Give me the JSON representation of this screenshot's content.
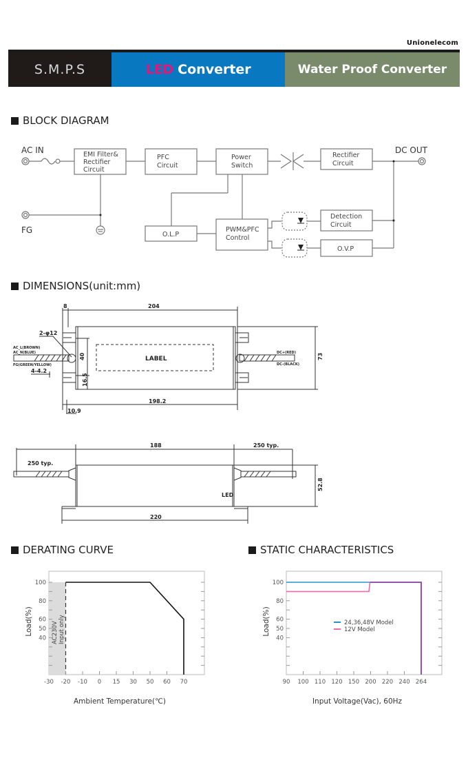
{
  "header": {
    "brand": "Unionelecom",
    "segments": [
      {
        "label": "S.M.P.S",
        "color": "#201b18"
      },
      {
        "highlight": "LED",
        "label": "Converter",
        "color": "#0879c1",
        "highlight_color": "#e3177a"
      },
      {
        "label": "Water Proof Converter",
        "color": "#7a8b6c"
      }
    ]
  },
  "block_diagram": {
    "title": "BLOCK DIAGRAM",
    "terminals": {
      "ac_in": "AC IN",
      "fg": "FG",
      "dc_out": "DC OUT"
    },
    "blocks": {
      "emi": [
        "EMI Filter&",
        "Rectifier",
        "Circuit"
      ],
      "pfc": [
        "PFC",
        "Circuit"
      ],
      "power_switch": [
        "Power",
        "Switch"
      ],
      "rectifier": [
        "Rectifier",
        "Circuit"
      ],
      "olp": [
        "O.L.P"
      ],
      "pwm": [
        "PWM&PFC",
        "Control"
      ],
      "detection": [
        "Detection",
        "Circuit"
      ],
      "ovp": [
        "O.V.P"
      ]
    }
  },
  "dimensions": {
    "title": "DIMENSIONS(unit:mm)",
    "top_view": {
      "dim_8": "8",
      "dim_204": "204",
      "hole": "2-φ12",
      "slot": "4-4.2",
      "dim_40": "40",
      "dim_16_5": "16.5",
      "dim_198_2": "198.2",
      "dim_10_9": "10.9",
      "dim_73": "73",
      "label": "LABEL",
      "wires_in": [
        "AC_L(BROWN)",
        "AC_N(BLUE)",
        "FG(GREEN/YELLOW)"
      ],
      "wires_out": [
        "DC+(RED)",
        "DC-(BLACK)"
      ]
    },
    "side_view": {
      "dim_250_left": "250 typ.",
      "dim_188": "188",
      "dim_250_right": "250 typ.",
      "dim_52_8": "52.8",
      "dim_220": "220",
      "led": "LED"
    }
  },
  "chart_data": [
    {
      "type": "line",
      "title": "DERATING CURVE",
      "xlabel": "Ambient Temperature(℃)",
      "ylabel": "Load(%)",
      "x_tick_labels": [
        "-30",
        "-20",
        "-10",
        "0",
        "15",
        "30",
        "50",
        "60",
        "70"
      ],
      "y_tick_labels": [
        "100",
        "80",
        "60",
        "50",
        "40"
      ],
      "ylim": [
        0,
        110
      ],
      "grid": false,
      "series": [
        {
          "name": "Derating",
          "color": "#111111",
          "x": [
            "-20",
            "50",
            "70",
            "70"
          ],
          "y": [
            100,
            100,
            60,
            0
          ]
        }
      ],
      "shaded_region": {
        "from": "-30",
        "to": "-20",
        "label": [
          "AC230V",
          "Input only"
        ],
        "color": "#dcdcdc"
      }
    },
    {
      "type": "line",
      "title": "STATIC CHARACTERISTICS",
      "xlabel": "Input Voltage(Vac), 60Hz",
      "ylabel": "Load(%)",
      "x_tick_labels": [
        "90",
        "100",
        "110",
        "120",
        "150",
        "200",
        "220",
        "240",
        "264"
      ],
      "y_tick_labels": [
        "100",
        "80",
        "60",
        "50",
        "40"
      ],
      "ylim": [
        0,
        110
      ],
      "grid": false,
      "legend": "center",
      "series": [
        {
          "name": "24,36,48V Model",
          "color": "#2a8fd0",
          "x": [
            "90",
            "264",
            "264"
          ],
          "y": [
            100,
            100,
            0
          ]
        },
        {
          "name": "12V Model",
          "color": "#ee6aaa",
          "x": [
            "90",
            "195",
            "198",
            "264",
            "264"
          ],
          "y": [
            90,
            90,
            100,
            100,
            0
          ]
        }
      ],
      "overlap_color": "#8a4fb0"
    }
  ]
}
